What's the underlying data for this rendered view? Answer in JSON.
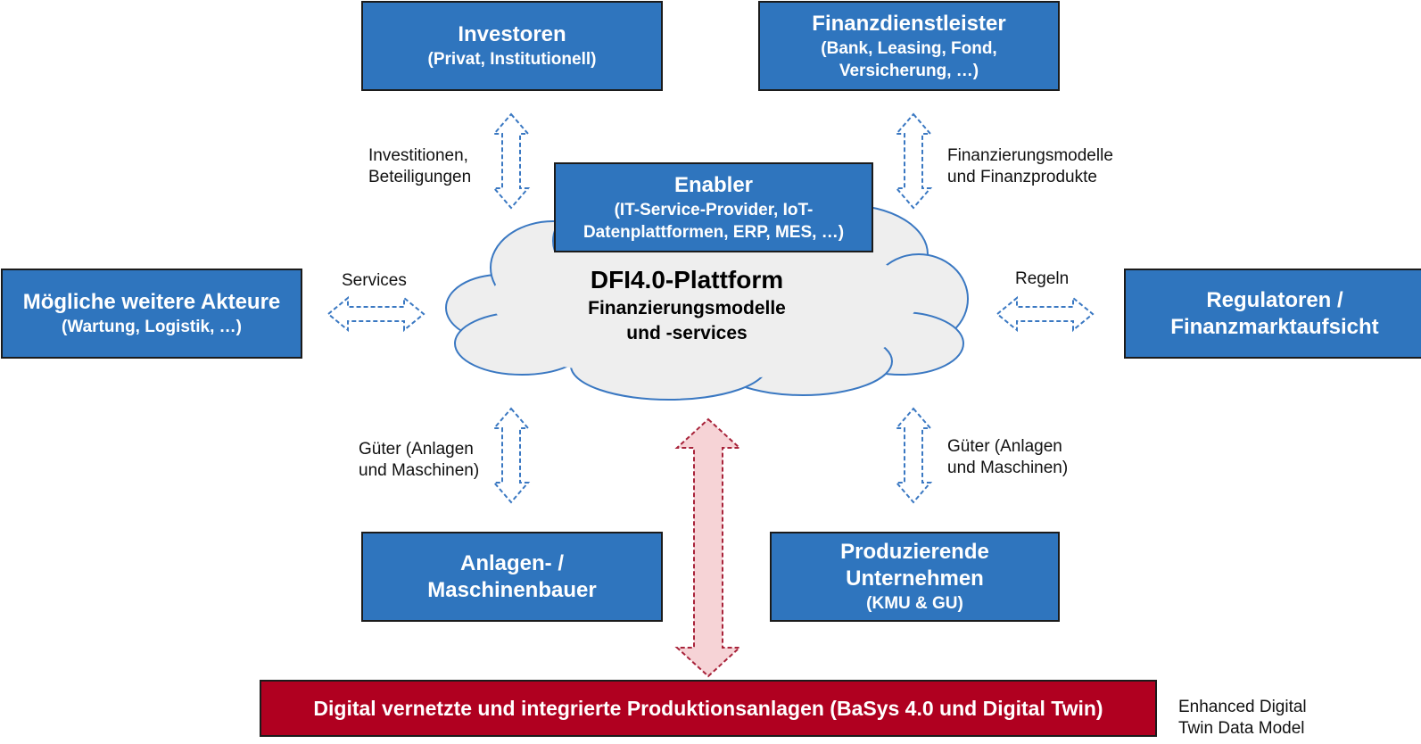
{
  "diagram": {
    "investoren": {
      "title": "Investoren",
      "sub": "(Privat, Institutionell)"
    },
    "finanz": {
      "title": "Finanzdienstleister",
      "sub1": "(Bank, Leasing, Fond,",
      "sub2": "Versicherung, …)"
    },
    "enabler": {
      "title": "Enabler",
      "sub1": "(IT-Service-Provider, IoT-",
      "sub2": "Datenplattformen, ERP, MES, …)"
    },
    "weitere": {
      "title": "Mögliche weitere Akteure",
      "sub": "(Wartung, Logistik, …)"
    },
    "regulatoren": {
      "line1": "Regulatoren /",
      "line2": "Finanzmarktaufsicht"
    },
    "anlagen": {
      "line1": "Anlagen- /",
      "line2": "Maschinenbauer"
    },
    "produzierende": {
      "line1": "Produzierende",
      "line2": "Unternehmen",
      "sub": "(KMU & GU)"
    },
    "cloud": {
      "title": "DFI4.0-Plattform",
      "line1": "Finanzierungsmodelle",
      "line2": "und -services"
    },
    "bottom": {
      "label": "Digital vernetzte und integrierte Produktionsanlagen (BaSys 4.0 und Digital Twin)"
    },
    "labels": {
      "investitionen1": "Investitionen,",
      "investitionen2": "Beteiligungen",
      "finanzmodelle1": "Finanzierungsmodelle",
      "finanzmodelle2": "und Finanzprodukte",
      "services": "Services",
      "regeln": "Regeln",
      "gueter_left1": "Güter (Anlagen",
      "gueter_left2": "und Maschinen)",
      "gueter_right1": "Güter (Anlagen",
      "gueter_right2": "und Maschinen)",
      "enhanced1": "Enhanced Digital",
      "enhanced2": "Twin Data Model"
    },
    "colors": {
      "box": "#2f75be",
      "bottom": "#b00020",
      "arrow_blue": "#3a78c2",
      "arrow_red": "#a8233a"
    }
  }
}
